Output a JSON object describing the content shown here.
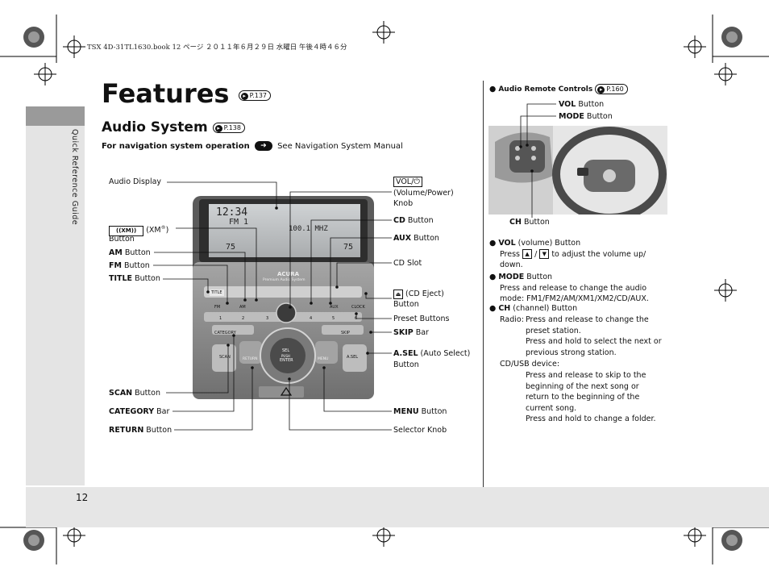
{
  "print_header": "TSX 4D-31TL1630.book  12 ページ  ２０１１年６月２９日  水曜日  午後４時４６分",
  "sidebar": {
    "label": "Quick Reference Guide"
  },
  "page_number": "12",
  "title": {
    "text": "Features",
    "ref": "P.137"
  },
  "section": {
    "text": "Audio System",
    "ref": "P.138"
  },
  "nav_note": {
    "bold": "For navigation system operation",
    "rest": "See Navigation System Manual"
  },
  "left_callouts": {
    "audio_display": "Audio Display",
    "xm_icon": "((XM))",
    "xm_label": "(XM",
    "xm_reg": "®",
    "xm_close": ")",
    "xm_button": "Button",
    "am_bold": "AM",
    "am_rest": " Button",
    "fm_bold": "FM",
    "fm_rest": " Button",
    "title_bold": "TITLE",
    "title_rest": " Button",
    "scan_bold": "SCAN",
    "scan_rest": " Button",
    "category_bold": "CATEGORY",
    "category_rest": " Bar",
    "return_bold": "RETURN",
    "return_rest": " Button"
  },
  "right_callouts": {
    "vol_box": "VOL/",
    "vol_line2": "(Volume/Power)",
    "vol_line3": "Knob",
    "cd_bold": "CD",
    "cd_rest": " Button",
    "aux_bold": "AUX",
    "aux_rest": " Button",
    "cd_slot": "CD Slot",
    "eject_rest": " (CD Eject)",
    "eject_line2": "Button",
    "preset": "Preset Buttons",
    "skip_bold": "SKIP",
    "skip_rest": " Bar",
    "asel_bold": "A.SEL",
    "asel_rest": " (Auto Select)",
    "asel_line2": "Button",
    "menu_bold": "MENU",
    "menu_rest": " Button",
    "selector": "Selector Knob"
  },
  "panel_labels": {
    "display_line1": "12:34",
    "display_line2": "FM 1",
    "display_freq": "100.1 MHZ",
    "display_left": "75",
    "display_right": "75",
    "brand": "ACURA",
    "brand_sub": "Premium Audio System",
    "btn_title": "TITLE",
    "btn_fm": "FM",
    "btn_am": "AM",
    "btn_aux": "AUX",
    "btn_clock": "CLOCK",
    "btn_category": "CATEGORY",
    "btn_skip": "SKIP",
    "btn_scan": "SCAN",
    "btn_asel": "A.SEL",
    "btn_return": "RETURN",
    "btn_menu": "MENU",
    "knob_sel": "SEL",
    "knob_push": "PUSH",
    "knob_enter": "ENTER",
    "presets": [
      "1",
      "2",
      "3",
      "4",
      "5",
      "6"
    ]
  },
  "remote": {
    "heading": "Audio Remote Controls",
    "ref": "P.160",
    "vol_bold": "VOL",
    "vol_rest": " Button",
    "mode_bold": "MODE",
    "mode_rest": " Button",
    "ch_bold": "CH",
    "ch_rest": " Button"
  },
  "descriptions": {
    "vol_head_bold": "VOL",
    "vol_head_rest": " (volume) Button",
    "vol_press": "Press",
    "vol_sep": "/",
    "vol_after": " to adjust the volume up/",
    "vol_line2": "down.",
    "up_icon": "▲",
    "down_icon": "▼",
    "mode_head_bold": "MODE",
    "mode_head_rest": " Button",
    "mode_line1": "Press and release to change the audio",
    "mode_line2": "mode: FM1/FM2/AM/XM1/XM2/CD/AUX.",
    "ch_head_bold": "CH",
    "ch_head_rest": " (channel) Button",
    "radio_label": "Radio:",
    "radio_lines": [
      "Press and release to change the",
      "preset station.",
      "Press and hold to select the next or",
      "previous strong station."
    ],
    "cd_label": "CD/USB device:",
    "cd_lines": [
      "Press and release to skip to the",
      "beginning of the next song or",
      "return to the beginning of the",
      "current song.",
      "Press and hold to change a folder."
    ]
  },
  "colors": {
    "sidebar": "#e4e4e4",
    "sidebar_tab": "#9a9a9a",
    "footer": "#e6e6e6",
    "panel_dark": "#3a3a3a",
    "panel_face": "#8c8c8c"
  }
}
